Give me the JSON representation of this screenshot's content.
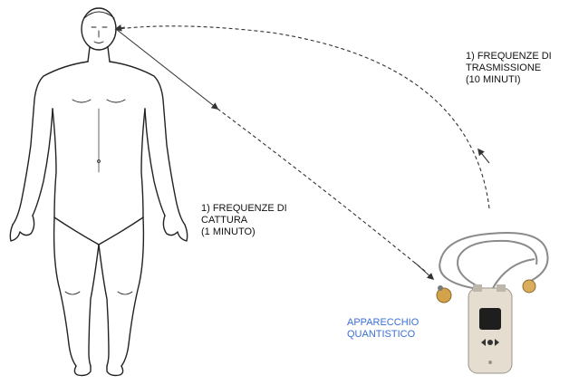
{
  "labels": {
    "transmission": {
      "line1": "1) FREQUENZE DI",
      "line2": "TRASMISSIONE",
      "line3": "(10 MINUTI)"
    },
    "capture": {
      "line1": "1) FREQUENZE DI",
      "line2": "CATTURA",
      "line3": "(1 MINUTO)"
    },
    "device": {
      "line1": "APPARECCHIO",
      "line2": "QUANTISTICO"
    }
  },
  "colors": {
    "line": "#333333",
    "device_label": "#3b6fd6",
    "text": "#111111"
  },
  "icons": {
    "figure": "human-body-outline",
    "device": "handheld-quantum-device"
  }
}
